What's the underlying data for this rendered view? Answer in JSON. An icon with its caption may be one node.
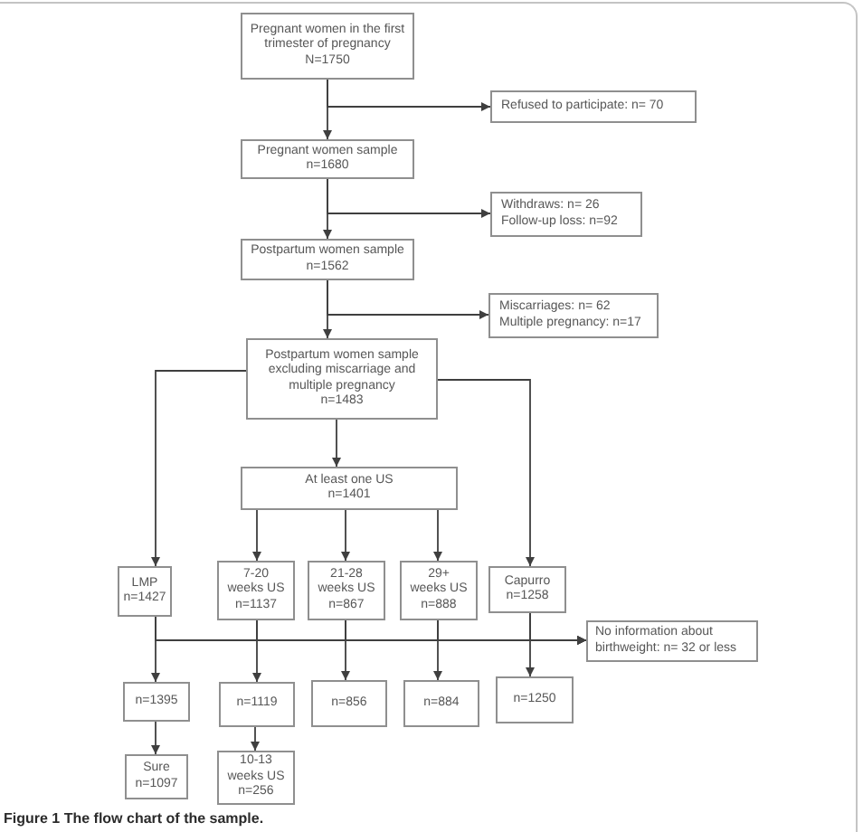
{
  "diagram": {
    "caption": "Figure 1 The flow chart of the sample.",
    "nodes": [
      {
        "text": [
          "Pregnant women in the first trimester of pregnancy",
          "N=1750"
        ]
      },
      {
        "text": [
          "Refused to participate: n= 70"
        ]
      },
      {
        "text": [
          "Pregnant women sample",
          "n=1680"
        ]
      },
      {
        "text": [
          "Withdraws: n= 26",
          "Follow-up loss: n=92"
        ]
      },
      {
        "text": [
          "Postpartum women sample",
          "n=1562"
        ]
      },
      {
        "text": [
          "Miscarriages: n= 62",
          "Multiple pregnancy: n=17"
        ]
      },
      {
        "text": [
          "Postpartum women sample excluding miscarriage and multiple pregnancy",
          "n=1483"
        ]
      },
      {
        "text": [
          "At least one US",
          "n=1401"
        ]
      },
      {
        "text": [
          "LMP",
          "n=1427"
        ]
      },
      {
        "text": [
          "7-20 weeks US",
          "n=1137"
        ]
      },
      {
        "text": [
          "21-28 weeks US",
          "n=867"
        ]
      },
      {
        "text": [
          "29+ weeks US",
          "n=888"
        ]
      },
      {
        "text": [
          "Capurro",
          "n=1258"
        ]
      },
      {
        "text": [
          "No information about birthweight: n= 32 or less"
        ]
      },
      {
        "text": [
          "n=1395"
        ]
      },
      {
        "text": [
          "n=1119"
        ]
      },
      {
        "text": [
          "n=856"
        ]
      },
      {
        "text": [
          "n=884"
        ]
      },
      {
        "text": [
          "n=1250"
        ]
      },
      {
        "text": [
          "Sure",
          "n=1097"
        ]
      },
      {
        "text": [
          "10-13 weeks US",
          "n=256"
        ]
      }
    ],
    "edges": [
      {
        "from": 0,
        "to": 2,
        "arrow": "to"
      },
      {
        "from": 0,
        "to": 1,
        "arrow": "to"
      },
      {
        "from": 2,
        "to": 4,
        "arrow": "to"
      },
      {
        "from": 2,
        "to": 3,
        "arrow": "to"
      },
      {
        "from": 4,
        "to": 6,
        "arrow": "to"
      },
      {
        "from": 4,
        "to": 5,
        "arrow": "to"
      },
      {
        "from": 6,
        "to": 8,
        "arrow": "to"
      },
      {
        "from": 6,
        "to": 7,
        "arrow": "to"
      },
      {
        "from": 6,
        "to": 12,
        "arrow": "to"
      },
      {
        "from": 7,
        "to": 9,
        "arrow": "to"
      },
      {
        "from": 7,
        "to": 10,
        "arrow": "to"
      },
      {
        "from": 7,
        "to": 11,
        "arrow": "to"
      },
      {
        "from": 8,
        "to": 14,
        "arrow": "to"
      },
      {
        "from": 9,
        "to": 15,
        "arrow": "to"
      },
      {
        "from": 10,
        "to": 16,
        "arrow": "to"
      },
      {
        "from": 11,
        "to": 17,
        "arrow": "to"
      },
      {
        "from": 12,
        "to": 18,
        "arrow": "to"
      },
      {
        "from": 8,
        "to": 13,
        "arrow": "to"
      },
      {
        "from": 9,
        "to": 13,
        "arrow": "to"
      },
      {
        "from": 10,
        "to": 13,
        "arrow": "to"
      },
      {
        "from": 11,
        "to": 13,
        "arrow": "to"
      },
      {
        "from": 12,
        "to": 13,
        "arrow": "to"
      },
      {
        "from": 14,
        "to": 19,
        "arrow": "to"
      },
      {
        "from": 15,
        "to": 20,
        "arrow": "to"
      }
    ]
  }
}
